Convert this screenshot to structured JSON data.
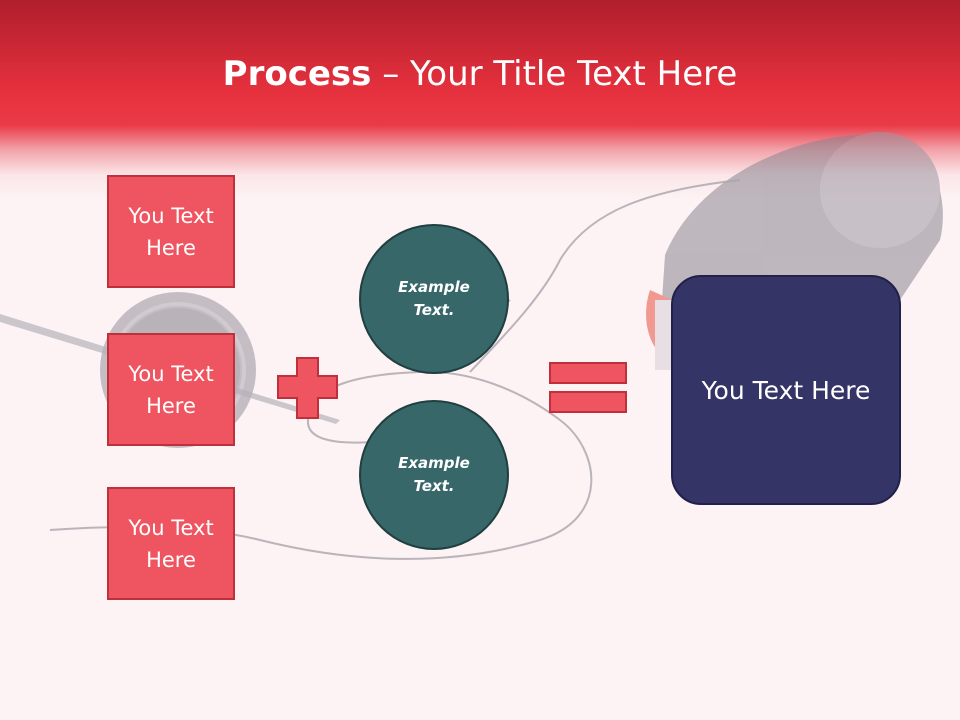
{
  "title": {
    "bold": "Process",
    "dash": " – ",
    "regular": "Your Title Text Here"
  },
  "input_boxes": [
    {
      "label": "You Text Here"
    },
    {
      "label": "You Text Here"
    },
    {
      "label": "You Text Here"
    }
  ],
  "circles": [
    {
      "label": "Example Text."
    },
    {
      "label": "Example Text."
    }
  ],
  "result": {
    "label": "You Text Here"
  },
  "colors": {
    "header_red": "#e5303d",
    "box_red": "#ef5560",
    "circle_teal": "#376768",
    "result_navy": "#343466",
    "background": "#fdf3f4"
  }
}
